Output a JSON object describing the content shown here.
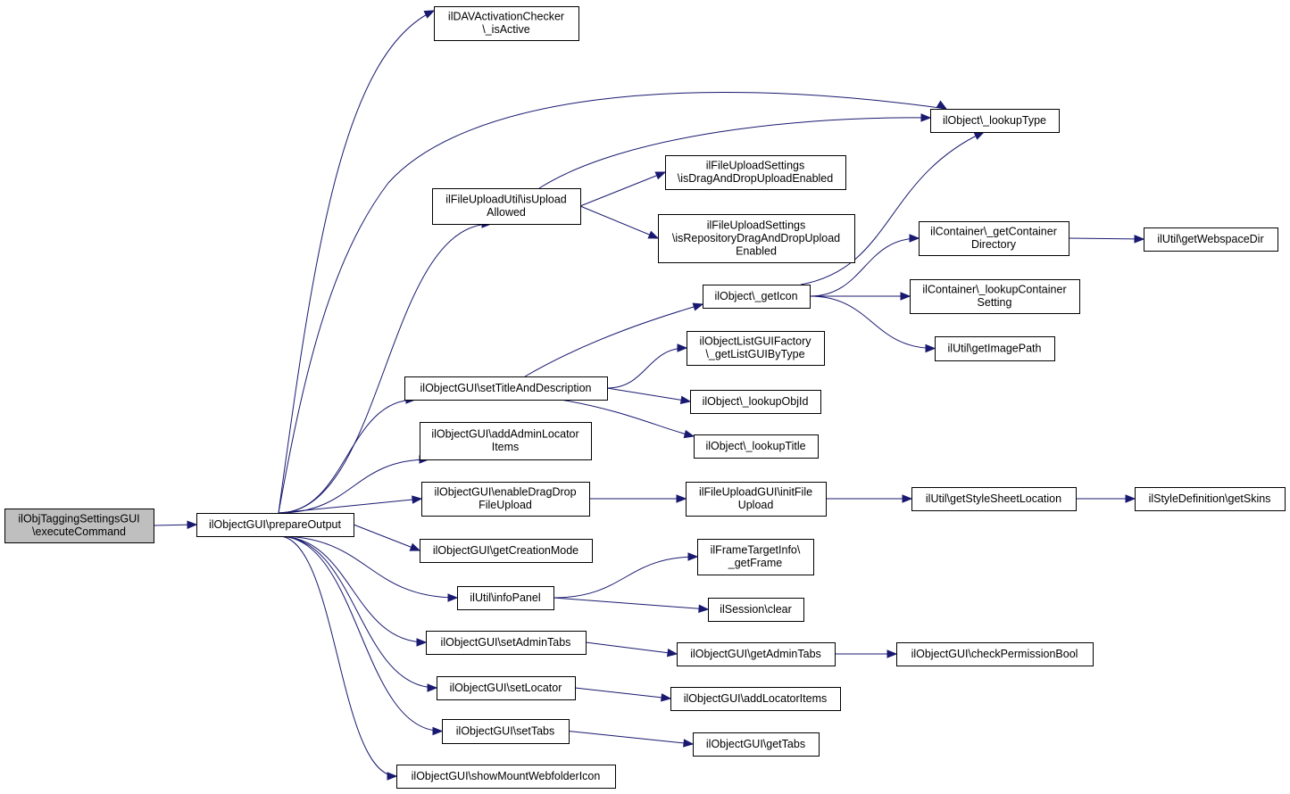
{
  "diagram": {
    "type": "call-graph",
    "colors": {
      "edge": "#191970",
      "root_fill": "#bfbfbf",
      "node_fill": "#ffffff",
      "node_border": "#000000"
    },
    "nodes": [
      {
        "id": "root",
        "lines": [
          "ilObjTaggingSettingsGUI",
          "\\executeCommand"
        ],
        "root": true
      },
      {
        "id": "prepareOutput",
        "lines": [
          "ilObjectGUI\\prepareOutput"
        ]
      },
      {
        "id": "davActive",
        "lines": [
          "ilDAVActivationChecker",
          "\\_isActive"
        ]
      },
      {
        "id": "lookupType",
        "lines": [
          "ilObject\\_lookupType"
        ]
      },
      {
        "id": "isUploadAllowed",
        "lines": [
          "ilFileUploadUtil\\isUpload",
          "Allowed"
        ]
      },
      {
        "id": "dragDropEnabled",
        "lines": [
          "ilFileUploadSettings",
          "\\isDragAndDropUploadEnabled"
        ]
      },
      {
        "id": "repoDragDrop",
        "lines": [
          "ilFileUploadSettings",
          "\\isRepositoryDragAndDropUpload",
          "Enabled"
        ]
      },
      {
        "id": "getContainerDir",
        "lines": [
          "ilContainer\\_getContainer",
          "Directory"
        ]
      },
      {
        "id": "getWebspaceDir",
        "lines": [
          "ilUtil\\getWebspaceDir"
        ]
      },
      {
        "id": "getIcon",
        "lines": [
          "ilObject\\_getIcon"
        ]
      },
      {
        "id": "lookupContainerSetting",
        "lines": [
          "ilContainer\\_lookupContainer",
          "Setting"
        ]
      },
      {
        "id": "getImagePath",
        "lines": [
          "ilUtil\\getImagePath"
        ]
      },
      {
        "id": "listGUIByType",
        "lines": [
          "ilObjectListGUIFactory",
          "\\_getListGUIByType"
        ]
      },
      {
        "id": "setTitleDesc",
        "lines": [
          "ilObjectGUI\\setTitleAndDescription"
        ]
      },
      {
        "id": "lookupObjId",
        "lines": [
          "ilObject\\_lookupObjId"
        ]
      },
      {
        "id": "lookupTitle",
        "lines": [
          "ilObject\\_lookupTitle"
        ]
      },
      {
        "id": "addAdminLocator",
        "lines": [
          "ilObjectGUI\\addAdminLocator",
          "Items"
        ]
      },
      {
        "id": "enableDragDrop",
        "lines": [
          "ilObjectGUI\\enableDragDrop",
          "FileUpload"
        ]
      },
      {
        "id": "initFileUpload",
        "lines": [
          "ilFileUploadGUI\\initFile",
          "Upload"
        ]
      },
      {
        "id": "getStyleSheet",
        "lines": [
          "ilUtil\\getStyleSheetLocation"
        ]
      },
      {
        "id": "getSkins",
        "lines": [
          "ilStyleDefinition\\getSkins"
        ]
      },
      {
        "id": "getCreationMode",
        "lines": [
          "ilObjectGUI\\getCreationMode"
        ]
      },
      {
        "id": "getFrame",
        "lines": [
          "ilFrameTargetInfo\\",
          "_getFrame"
        ]
      },
      {
        "id": "infoPanel",
        "lines": [
          "ilUtil\\infoPanel"
        ]
      },
      {
        "id": "sessionClear",
        "lines": [
          "ilSession\\clear"
        ]
      },
      {
        "id": "setAdminTabs",
        "lines": [
          "ilObjectGUI\\setAdminTabs"
        ]
      },
      {
        "id": "getAdminTabs",
        "lines": [
          "ilObjectGUI\\getAdminTabs"
        ]
      },
      {
        "id": "checkPermBool",
        "lines": [
          "ilObjectGUI\\checkPermissionBool"
        ]
      },
      {
        "id": "setLocator",
        "lines": [
          "ilObjectGUI\\setLocator"
        ]
      },
      {
        "id": "addLocatorItems",
        "lines": [
          "ilObjectGUI\\addLocatorItems"
        ]
      },
      {
        "id": "setTabs",
        "lines": [
          "ilObjectGUI\\setTabs"
        ]
      },
      {
        "id": "getTabs",
        "lines": [
          "ilObjectGUI\\getTabs"
        ]
      },
      {
        "id": "showMount",
        "lines": [
          "ilObjectGUI\\showMountWebfolderIcon"
        ]
      }
    ],
    "edges": [
      [
        "root",
        "prepareOutput"
      ],
      [
        "prepareOutput",
        "davActive"
      ],
      [
        "prepareOutput",
        "lookupType"
      ],
      [
        "prepareOutput",
        "isUploadAllowed"
      ],
      [
        "prepareOutput",
        "setTitleDesc"
      ],
      [
        "prepareOutput",
        "addAdminLocator"
      ],
      [
        "prepareOutput",
        "enableDragDrop"
      ],
      [
        "prepareOutput",
        "getCreationMode"
      ],
      [
        "prepareOutput",
        "infoPanel"
      ],
      [
        "prepareOutput",
        "setAdminTabs"
      ],
      [
        "prepareOutput",
        "setLocator"
      ],
      [
        "prepareOutput",
        "setTabs"
      ],
      [
        "prepareOutput",
        "showMount"
      ],
      [
        "isUploadAllowed",
        "lookupType"
      ],
      [
        "isUploadAllowed",
        "dragDropEnabled"
      ],
      [
        "isUploadAllowed",
        "repoDragDrop"
      ],
      [
        "setTitleDesc",
        "getIcon"
      ],
      [
        "setTitleDesc",
        "listGUIByType"
      ],
      [
        "setTitleDesc",
        "lookupObjId"
      ],
      [
        "setTitleDesc",
        "lookupTitle"
      ],
      [
        "getIcon",
        "lookupType"
      ],
      [
        "getIcon",
        "getContainerDir"
      ],
      [
        "getIcon",
        "lookupContainerSetting"
      ],
      [
        "getIcon",
        "getImagePath"
      ],
      [
        "getContainerDir",
        "getWebspaceDir"
      ],
      [
        "enableDragDrop",
        "initFileUpload"
      ],
      [
        "initFileUpload",
        "getStyleSheet"
      ],
      [
        "getStyleSheet",
        "getSkins"
      ],
      [
        "infoPanel",
        "getFrame"
      ],
      [
        "infoPanel",
        "sessionClear"
      ],
      [
        "setAdminTabs",
        "getAdminTabs"
      ],
      [
        "getAdminTabs",
        "checkPermBool"
      ],
      [
        "setLocator",
        "addLocatorItems"
      ],
      [
        "setTabs",
        "getTabs"
      ]
    ]
  }
}
